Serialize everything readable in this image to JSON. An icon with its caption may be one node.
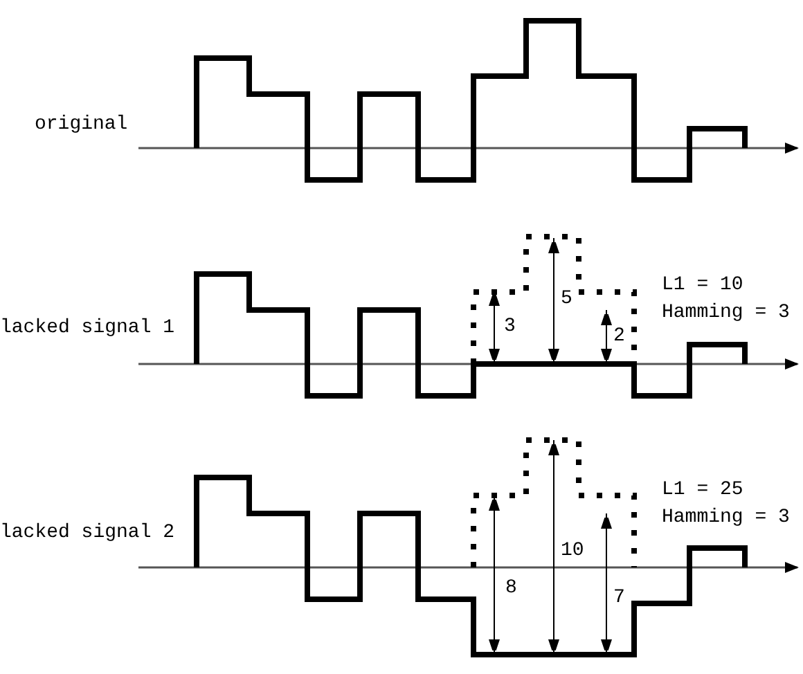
{
  "diagram": {
    "labels": [
      "original",
      "lacked signal 1",
      "3",
      "5",
      "2",
      "L1 = 10",
      "Hamming = 3",
      "lacked signal 2",
      "8",
      "10",
      "7",
      "L1 = 25",
      "Hamming = 3"
    ]
  }
}
